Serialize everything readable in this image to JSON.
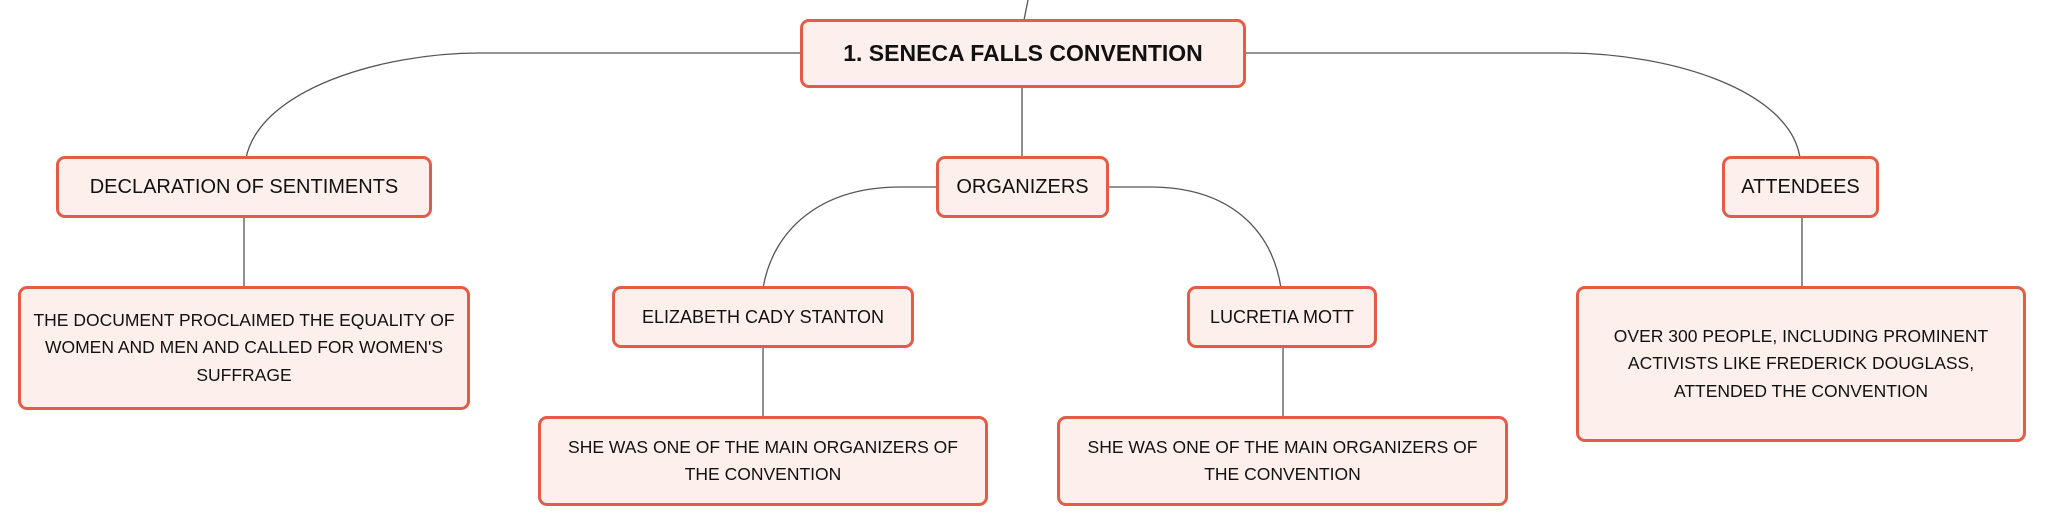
{
  "diagram": {
    "root": {
      "label": "1. SENECA FALLS CONVENTION"
    },
    "declaration": {
      "label": "DECLARATION OF SENTIMENTS",
      "detail": "THE DOCUMENT PROCLAIMED THE EQUALITY OF WOMEN AND MEN AND CALLED FOR WOMEN'S SUFFRAGE"
    },
    "organizers": {
      "label": "ORGANIZERS",
      "stanton": {
        "label": "ELIZABETH CADY STANTON",
        "detail": "SHE WAS ONE OF THE MAIN ORGANIZERS OF THE CONVENTION"
      },
      "mott": {
        "label": "LUCRETIA MOTT",
        "detail": "SHE WAS ONE OF THE MAIN ORGANIZERS OF THE CONVENTION"
      }
    },
    "attendees": {
      "label": "ATTENDEES",
      "detail": "OVER 300 PEOPLE, INCLUDING PROMINENT ACTIVISTS LIKE FREDERICK DOUGLASS, ATTENDED THE CONVENTION"
    }
  },
  "colors": {
    "node_border": "#e45c46",
    "node_fill": "#fdf0ec",
    "connector": "#555555",
    "text": "#111111"
  }
}
